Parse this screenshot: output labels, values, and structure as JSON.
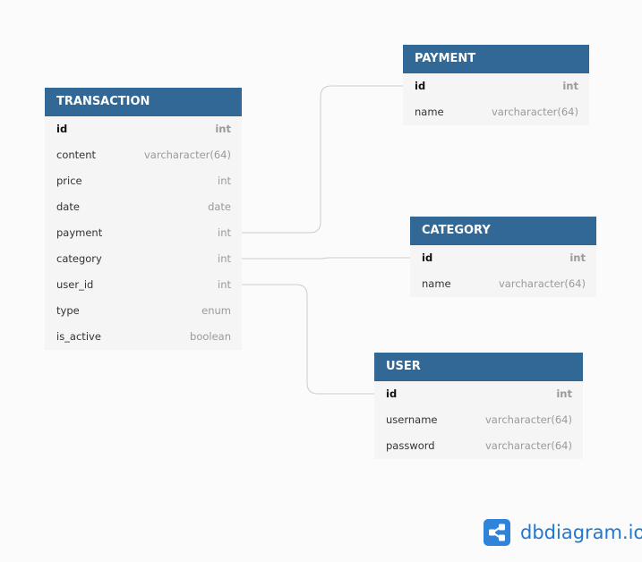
{
  "tables": {
    "transaction": {
      "title": "TRANSACTION",
      "fields": [
        {
          "name": "id",
          "type": "int"
        },
        {
          "name": "content",
          "type": "varcharacter(64)"
        },
        {
          "name": "price",
          "type": "int"
        },
        {
          "name": "date",
          "type": "date"
        },
        {
          "name": "payment",
          "type": "int"
        },
        {
          "name": "category",
          "type": "int"
        },
        {
          "name": "user_id",
          "type": "int"
        },
        {
          "name": "type",
          "type": "enum"
        },
        {
          "name": "is_active",
          "type": "boolean"
        }
      ]
    },
    "payment": {
      "title": "PAYMENT",
      "fields": [
        {
          "name": "id",
          "type": "int"
        },
        {
          "name": "name",
          "type": "varcharacter(64)"
        }
      ]
    },
    "category": {
      "title": "CATEGORY",
      "fields": [
        {
          "name": "id",
          "type": "int"
        },
        {
          "name": "name",
          "type": "varcharacter(64)"
        }
      ]
    },
    "user": {
      "title": "USER",
      "fields": [
        {
          "name": "id",
          "type": "int"
        },
        {
          "name": "username",
          "type": "varcharacter(64)"
        },
        {
          "name": "password",
          "type": "varcharacter(64)"
        }
      ]
    }
  },
  "branding": {
    "logo_text": "dbdiagram.io",
    "icon": "share-nodes-icon"
  },
  "colors": {
    "header": "#316896",
    "brand": "#2f83d8",
    "relation_line": "#cccccc"
  }
}
